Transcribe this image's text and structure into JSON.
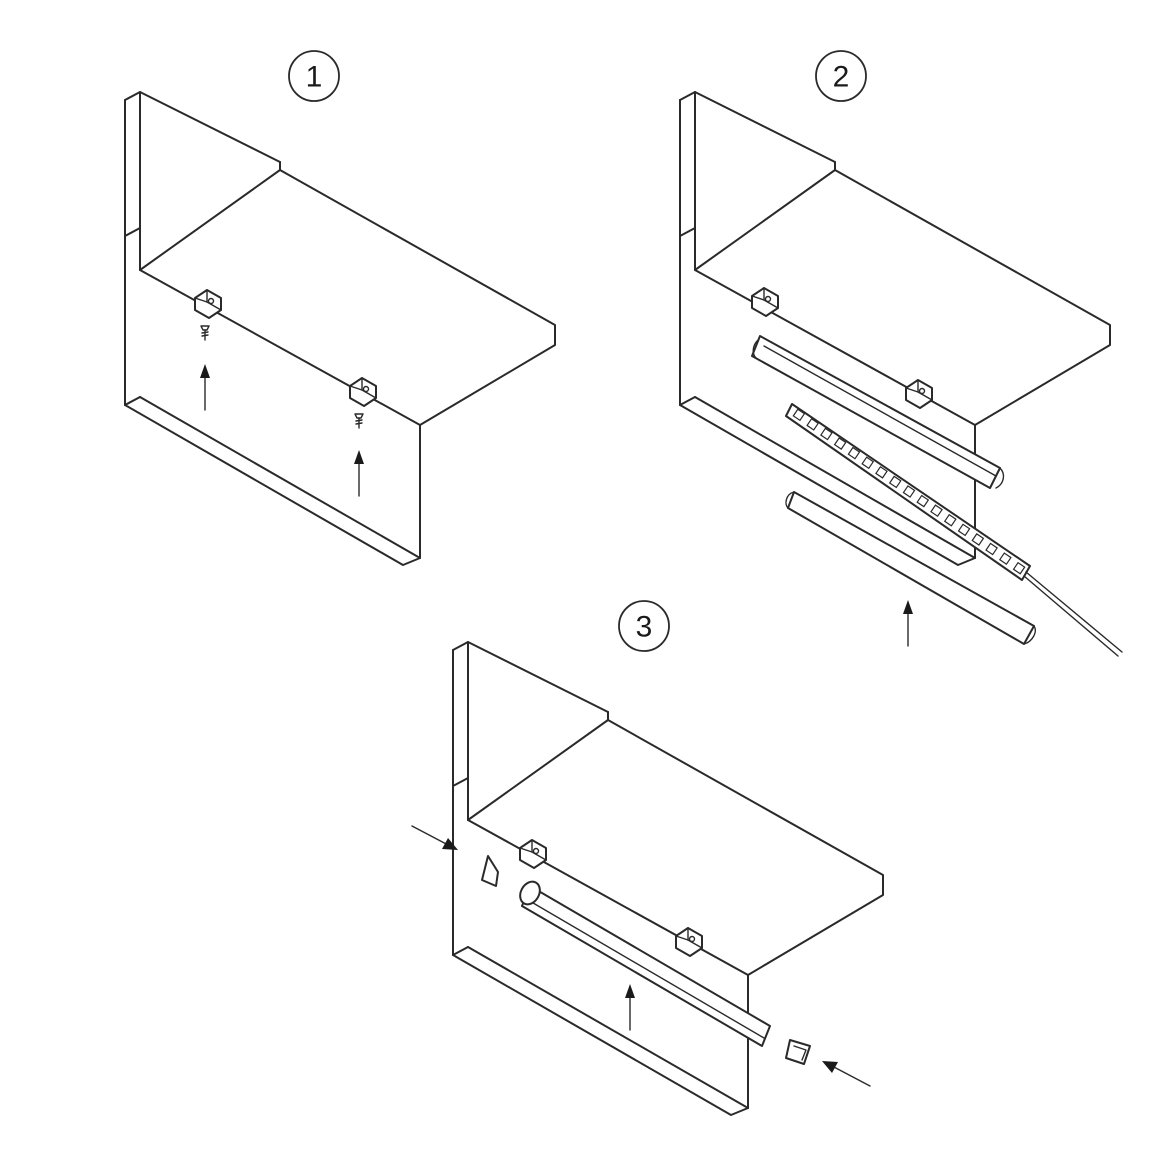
{
  "steps": [
    {
      "number": "1"
    },
    {
      "number": "2"
    },
    {
      "number": "3"
    }
  ],
  "colors": {
    "line": "#2a2a2a",
    "background": "#ffffff"
  }
}
